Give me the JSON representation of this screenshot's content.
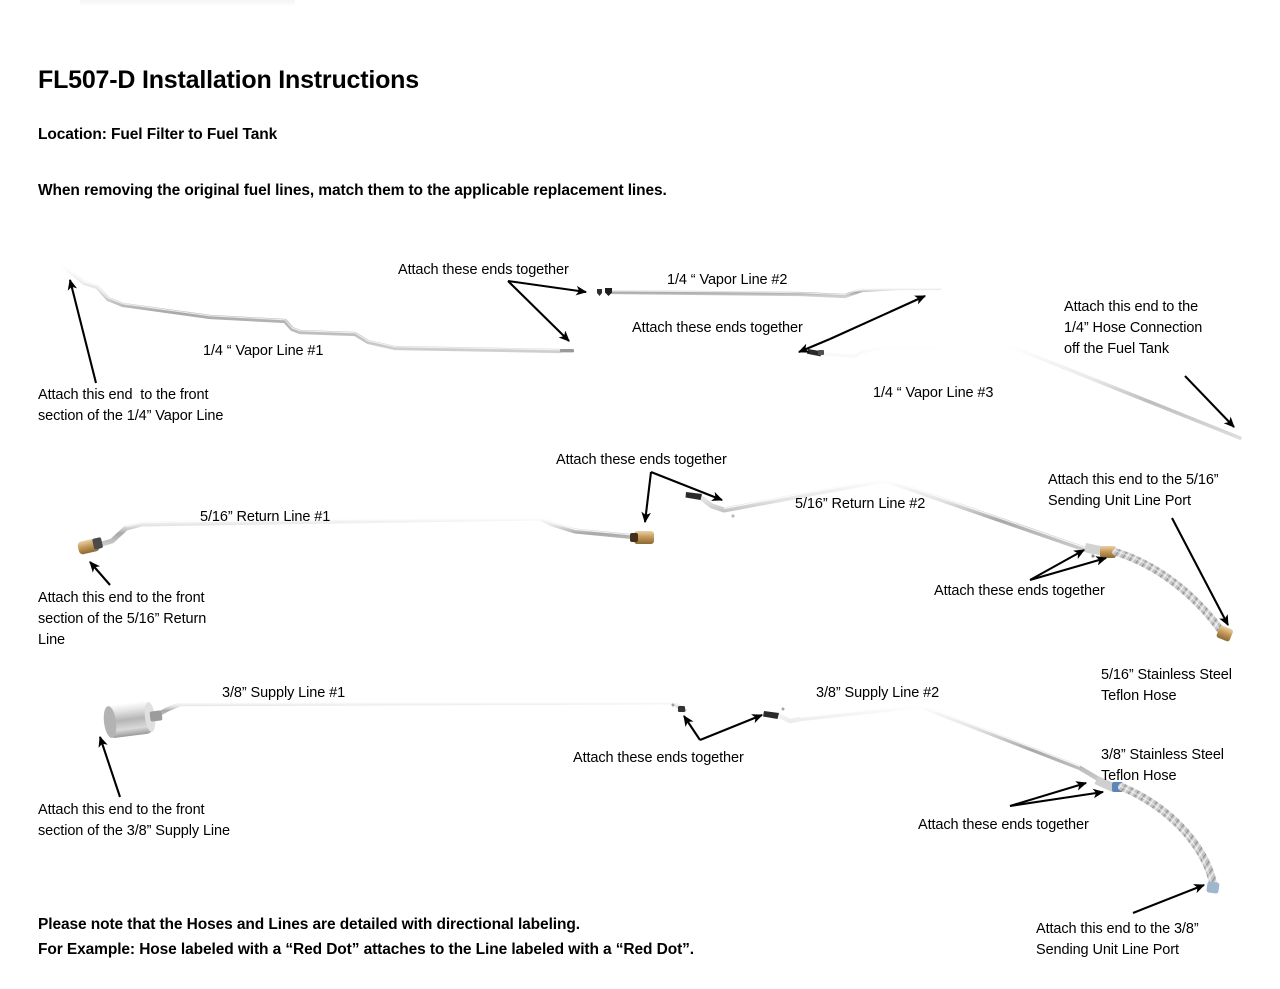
{
  "document": {
    "title": "FL507-D Installation Instructions",
    "location": "Location: Fuel Filter to Fuel Tank",
    "match_instruction": "When removing the original fuel lines, match them to the applicable replacement lines.",
    "notes": [
      "Please note that the Hoses and Lines are detailed with directional labeling.",
      "For Example: Hose labeled with a “Red Dot” attaches to the Line labeled with a “Red Dot”."
    ]
  },
  "part_labels": {
    "vapor_line_1": "1/4 “ Vapor Line #1",
    "vapor_line_2": "1/4 “ Vapor Line #2",
    "vapor_line_3": "1/4 “ Vapor Line #3",
    "return_line_1": "5/16” Return Line #1",
    "return_line_2": "5/16” Return Line #2",
    "supply_line_1": "3/8” Supply Line #1",
    "supply_line_2": "3/8” Supply Line #2",
    "hose_516": "5/16” Stainless Steel\nTeflon Hose",
    "hose_38": "3/8” Stainless Steel\nTeflon Hose"
  },
  "callouts": {
    "vapor_attach_1": "Attach these ends together",
    "vapor_attach_2": "Attach these ends together",
    "vapor_front": "Attach this end  to the front\nsection of the 1/4” Vapor Line",
    "vapor_tank": "Attach this end to the\n1/4” Hose Connection\noff the Fuel Tank",
    "return_attach_1": "Attach these ends together",
    "return_attach_2": "Attach these ends together",
    "return_front": "Attach this end to the front\nsection of the 5/16” Return\nLine",
    "return_sending_unit": "Attach this end to the 5/16”\nSending Unit Line Port",
    "supply_attach_1": "Attach these ends together",
    "supply_attach_2": "Attach these ends together",
    "supply_front": "Attach this end to the front\nsection of the 3/8” Supply Line",
    "supply_sending_unit": "Attach this end to the 3/8”\nSending Unit Line Port"
  },
  "colors": {
    "tube_light": "#d8d8d8",
    "tube_mid": "#a8a8a8",
    "tube_dark": "#8c8c8c",
    "brass": "#c79a5b",
    "brass_dark": "#8a6a33",
    "chrome": "#cfcfcf",
    "fitting_dark": "#3a3a3a",
    "blue_collar": "#5d86b8",
    "ink": "#000000",
    "page": "#ffffff"
  }
}
